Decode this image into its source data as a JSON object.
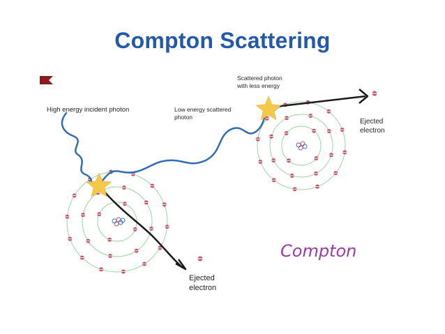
{
  "title": "Compton Scattering",
  "labels": {
    "incident_photon": "High energy incident photon",
    "scattered_photon_line1": "Low energy scattered",
    "scattered_photon_line2": "photon",
    "scattered_less_line1": "Scattered photon",
    "scattered_less_line2": "with less energy",
    "ejected1_line1": "Ejected",
    "ejected1_line2": "electron",
    "ejected2_line1": "Ejected",
    "ejected2_line2": "electron",
    "handwritten": "Compton"
  },
  "colors": {
    "title": "#2259a8",
    "photon_wave": "#2f6db5",
    "orbit": "#9cd49c",
    "electron": "#c0506a",
    "star": "#f5c84a",
    "arrow": "#1a1a1a",
    "flag": "#8b1a1a",
    "handwritten": "#9b3aa6"
  }
}
